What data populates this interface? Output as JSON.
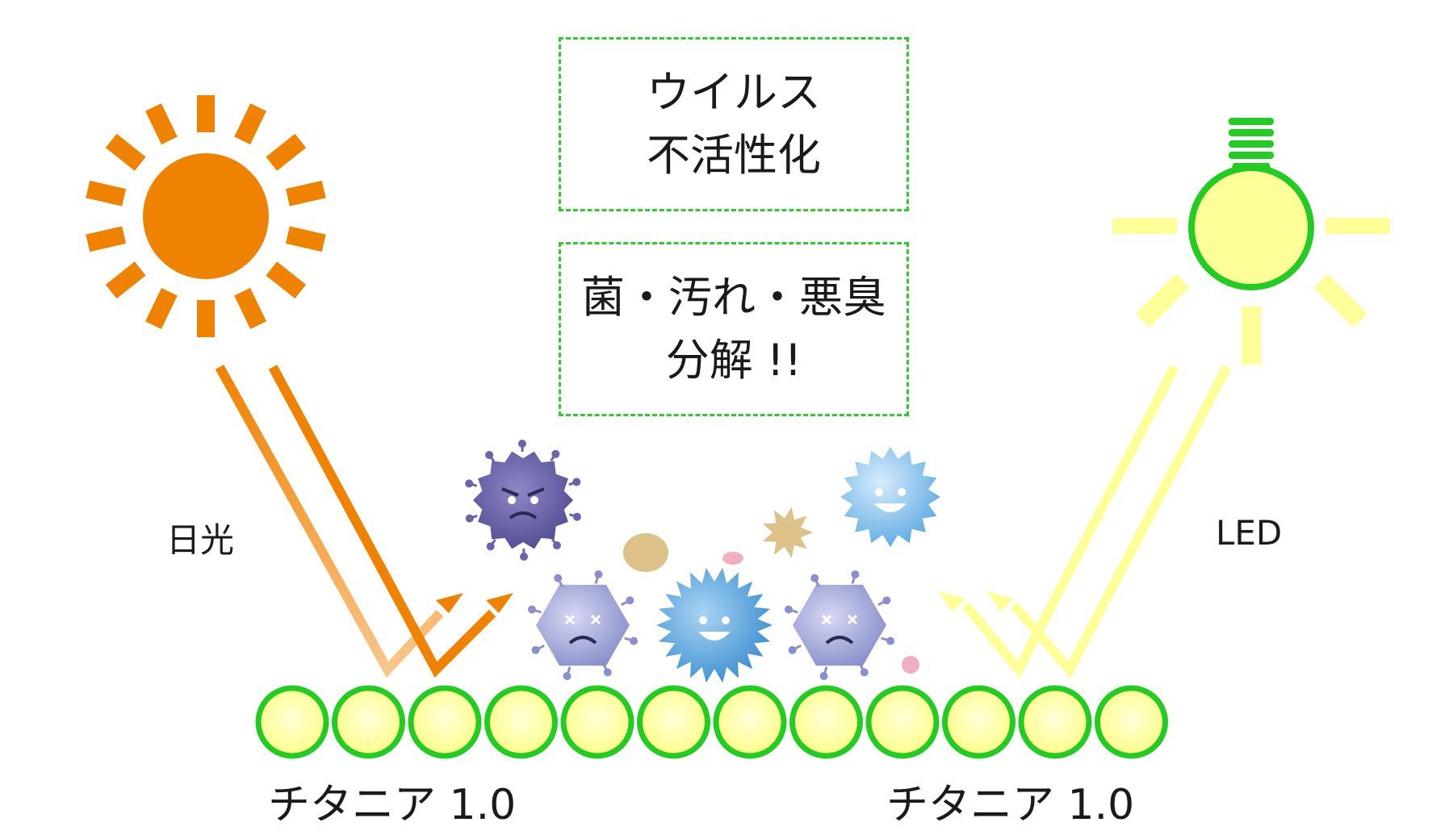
{
  "boxes": {
    "virus": {
      "line1": "ウイルス",
      "line2": "不活性化"
    },
    "decompose": {
      "line1": "菌・汚れ・悪臭",
      "line2": "分解 !!"
    }
  },
  "labels": {
    "sunlight": "日光",
    "led": "LED",
    "titania_left": "チタニア 1.0",
    "titania_right": "チタニア 1.0"
  },
  "icons": [
    "sun-icon",
    "light-bulb-icon",
    "virus-icon",
    "bacteria-icon",
    "titania-particle-icon"
  ],
  "colors": {
    "sun": "#ef8200",
    "light": "#ffff99",
    "bulb_outline": "#22cc22",
    "particle_fill": "#ffff99",
    "particle_outline": "#22cc22",
    "box_border": "#2ecc2e",
    "virus_purple": "#6a64a8",
    "virus_blue": "#5aa6de",
    "virus_lavender": "#9a9fd6"
  }
}
